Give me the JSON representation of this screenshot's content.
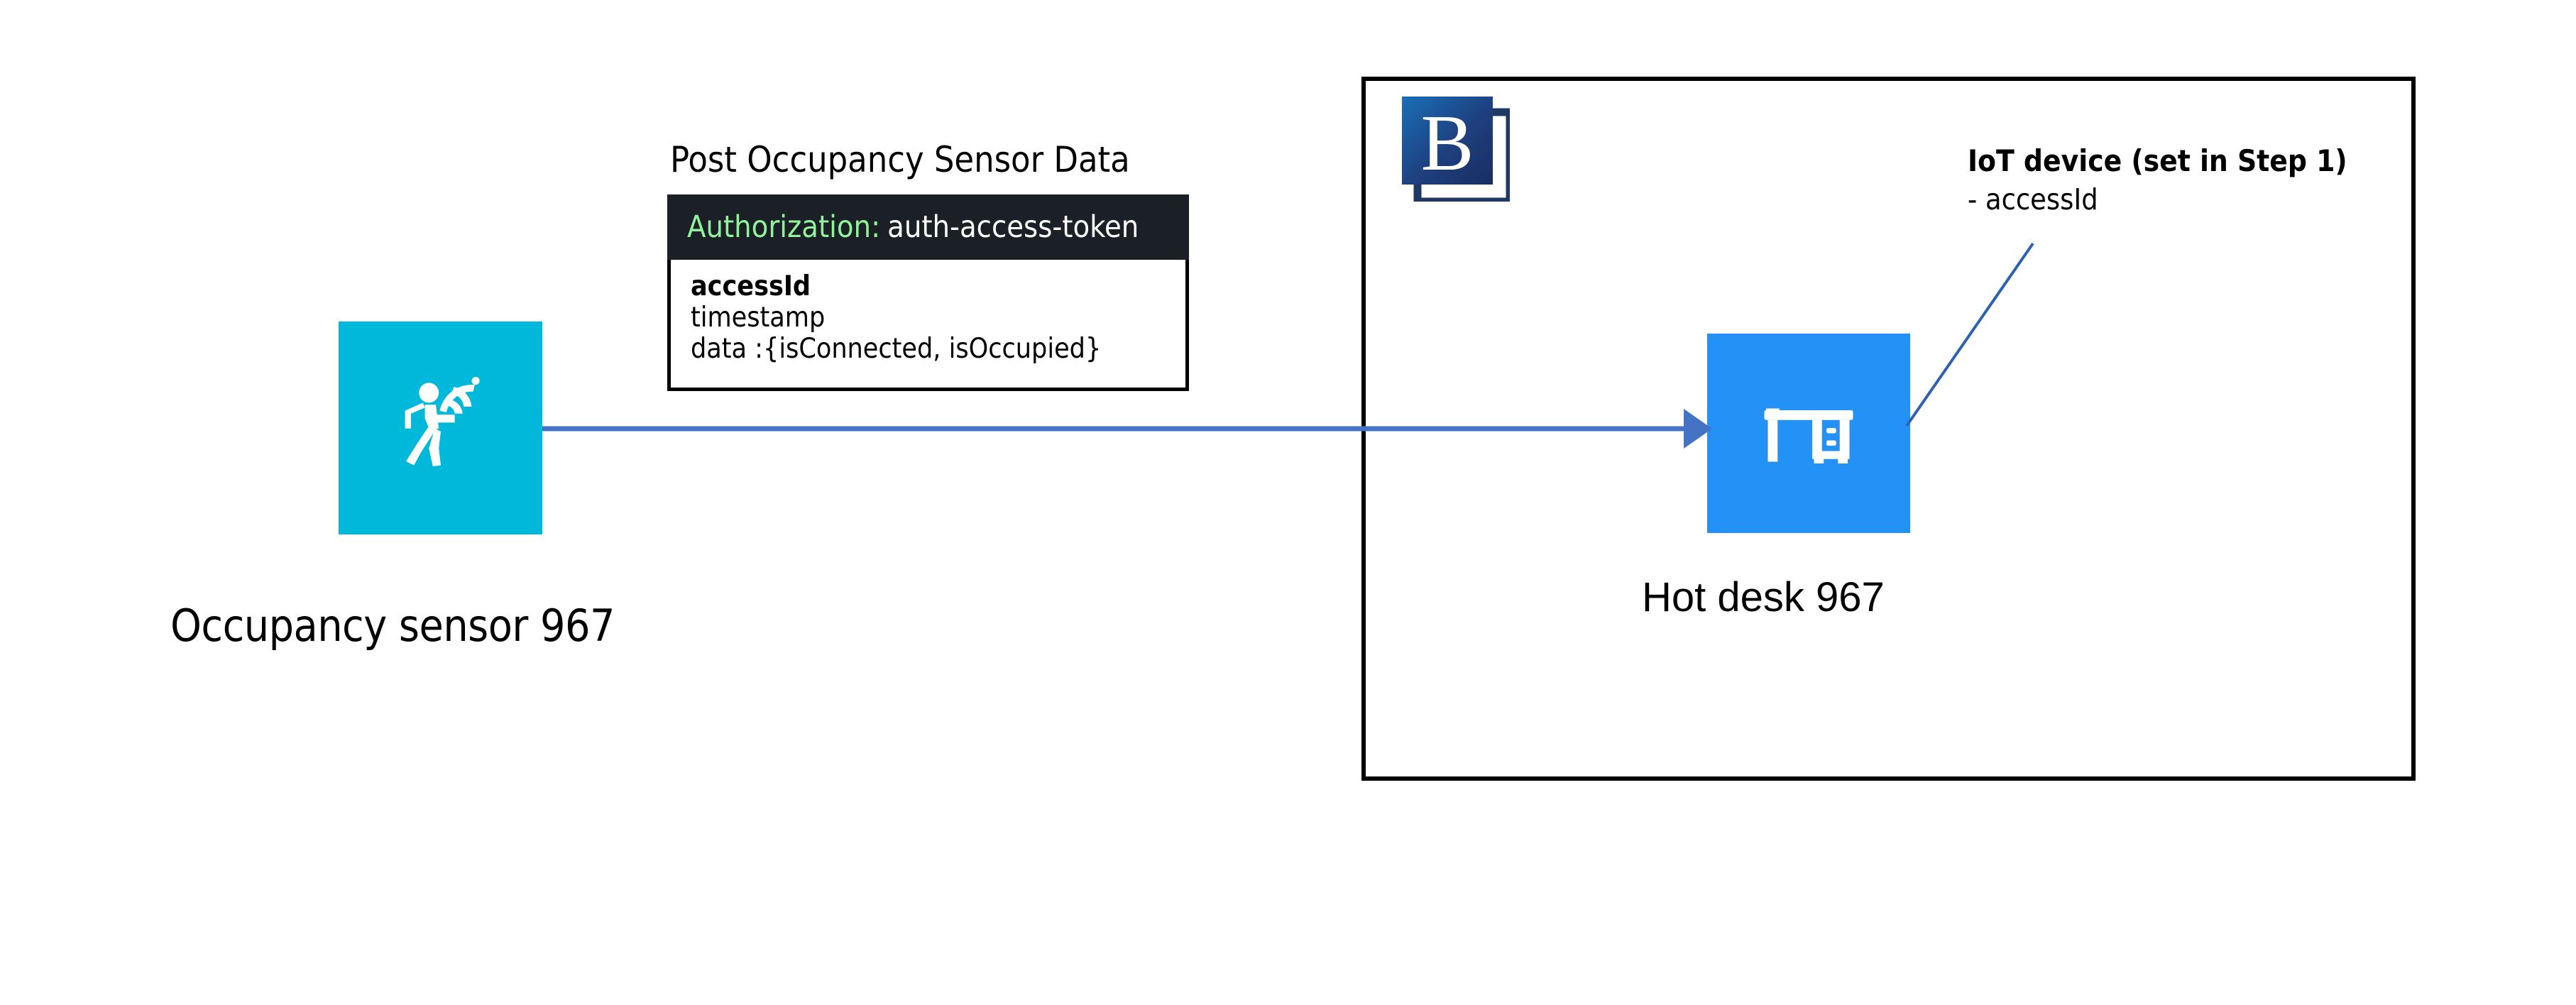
{
  "diagram": {
    "title_hidden": "",
    "colors": {
      "sensor_tile": "#00B8D9",
      "desk_tile": "#2391F5",
      "arrow": "#4472C4",
      "leader_line": "#2E62B0",
      "header_bar": "#1B2026",
      "auth_key": "#90F29B",
      "auth_value": "#FFFFFF",
      "box_border": "#000000",
      "logo_dark": "#1F3864",
      "logo_light": "#1F6FB5"
    },
    "nodes": {
      "sensor": {
        "caption": "Occupancy sensor 967",
        "icon": "walking-person-motion-sensor-icon"
      },
      "desk": {
        "caption": "Hot desk 967",
        "icon": "desk-icon"
      }
    },
    "logo": {
      "letter": "B",
      "name": "b-logo"
    },
    "request": {
      "title": "Post Occupancy Sensor Data",
      "header": {
        "key": "Authorization:",
        "value": "auth-access-token"
      },
      "body_fields": [
        {
          "text": "accessId",
          "bold": true
        },
        {
          "text": "timestamp",
          "bold": false
        },
        {
          "text": "data :{isConnected, isOccupied}",
          "bold": false
        }
      ]
    },
    "annotation": {
      "title": "IoT device (set in Step 1)",
      "detail": "- accessId"
    },
    "connectors": {
      "arrow_label": "post-data-arrow",
      "leader_label": "annotation-leader-line"
    }
  }
}
